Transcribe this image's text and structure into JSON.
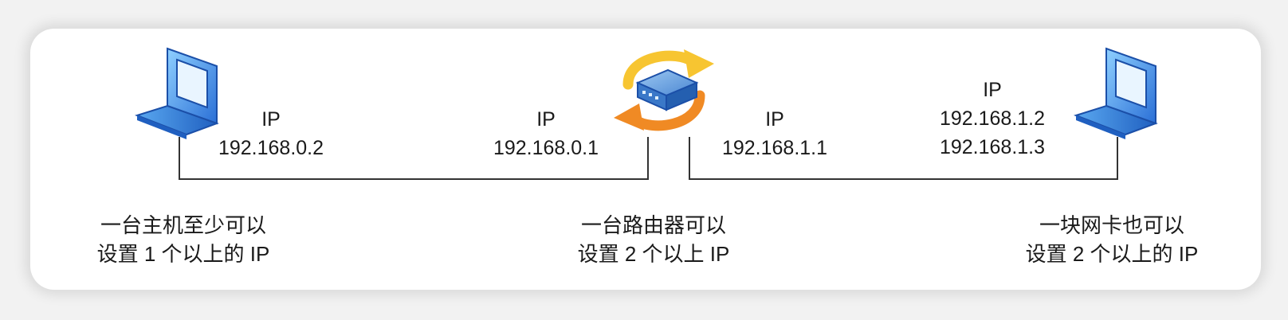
{
  "left_host": {
    "ip_label": "IP",
    "ip": "192.168.0.2",
    "caption_line1": "一台主机至少可以",
    "caption_line2": "设置 1 个以上的 IP",
    "icon": "laptop-icon"
  },
  "router": {
    "left_ip_label": "IP",
    "left_ip": "192.168.0.1",
    "right_ip_label": "IP",
    "right_ip": "192.168.1.1",
    "caption_line1": "一台路由器可以",
    "caption_line2": "设置 2 个以上 IP",
    "icon": "router-icon"
  },
  "right_host": {
    "ip_label": "IP",
    "ip1": "192.168.1.2",
    "ip2": "192.168.1.3",
    "caption_line1": "一块网卡也可以",
    "caption_line2": "设置 2 个以上的 IP",
    "icon": "laptop-icon"
  },
  "colors": {
    "line": "#333333",
    "laptop_blue": "#2a6fd6",
    "laptop_light": "#8fc4f5",
    "arrow_yellow": "#f7c531",
    "arrow_orange": "#f08a24",
    "router_blue": "#3a78c8"
  }
}
